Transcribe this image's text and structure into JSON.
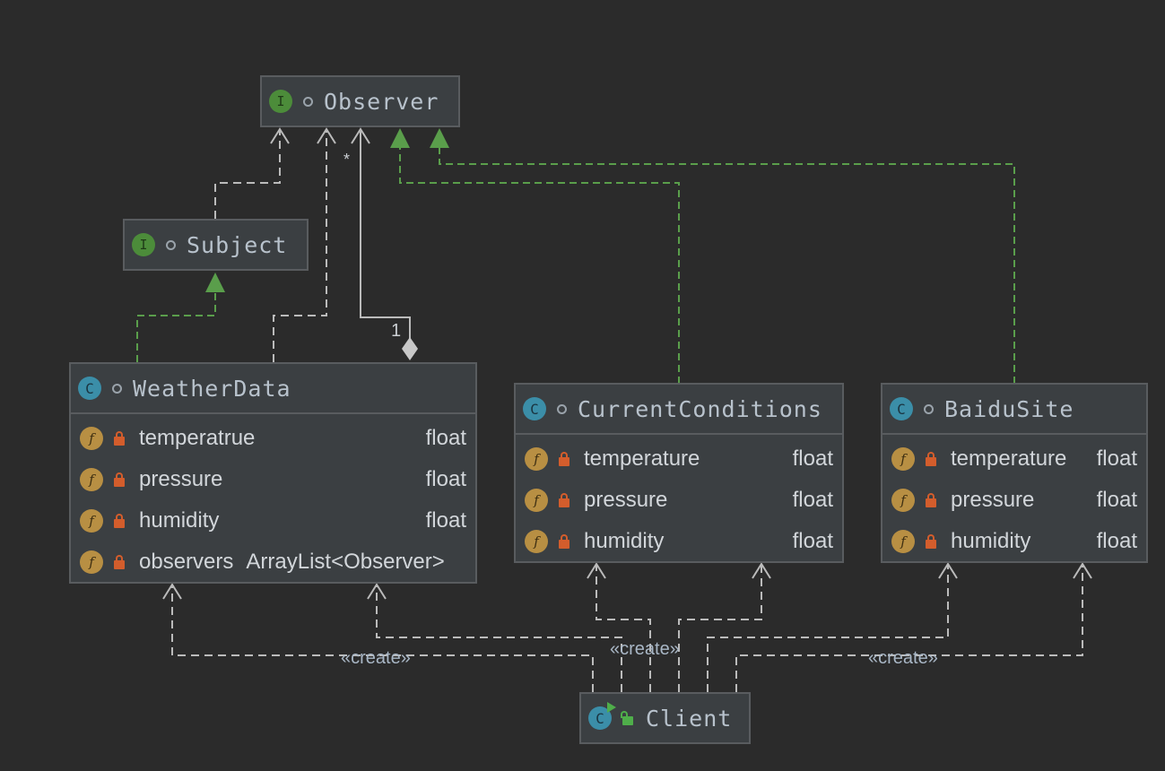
{
  "colors": {
    "background": "#2b2b2b",
    "node_fill": "#3b3f42",
    "node_border": "#595c5f",
    "dependency": "#bbbbbb",
    "realization": "#5a9e4b",
    "interface_badge": "#4c8c3a",
    "class_badge": "#3b8ea8",
    "field_badge": "#b88f43",
    "private_lock": "#d35d2c"
  },
  "nodes": {
    "observer": {
      "kind_icon": "I",
      "name": "Observer"
    },
    "subject": {
      "kind_icon": "I",
      "name": "Subject"
    },
    "weather_data": {
      "kind_icon": "C",
      "name": "WeatherData",
      "fields": [
        {
          "icon": "f",
          "name": "temperatrue",
          "type": "float"
        },
        {
          "icon": "f",
          "name": "pressure",
          "type": "float"
        },
        {
          "icon": "f",
          "name": "humidity",
          "type": "float"
        },
        {
          "icon": "f",
          "name": "observers",
          "type": "ArrayList<Observer>"
        }
      ]
    },
    "current_conditions": {
      "kind_icon": "C",
      "name": "CurrentConditions",
      "fields": [
        {
          "icon": "f",
          "name": "temperature",
          "type": "float"
        },
        {
          "icon": "f",
          "name": "pressure",
          "type": "float"
        },
        {
          "icon": "f",
          "name": "humidity",
          "type": "float"
        }
      ]
    },
    "baidu_site": {
      "kind_icon": "C",
      "name": "BaiduSite",
      "fields": [
        {
          "icon": "f",
          "name": "temperature",
          "type": "float"
        },
        {
          "icon": "f",
          "name": "pressure",
          "type": "float"
        },
        {
          "icon": "f",
          "name": "humidity",
          "type": "float"
        }
      ]
    },
    "client": {
      "kind_icon": "C",
      "name": "Client"
    }
  },
  "labels": {
    "multiplicity_many": "*",
    "multiplicity_one": "1",
    "create_left": "«create»",
    "create_middle": "«create»",
    "create_right": "«create»"
  },
  "icons": {
    "interface": "interface-badge-icon",
    "class": "class-badge-icon",
    "runnable_class": "runnable-class-icon",
    "field": "field-badge-icon",
    "private": "lock-icon",
    "public": "unlock-icon",
    "package_visibility": "visibility-dot-icon"
  }
}
